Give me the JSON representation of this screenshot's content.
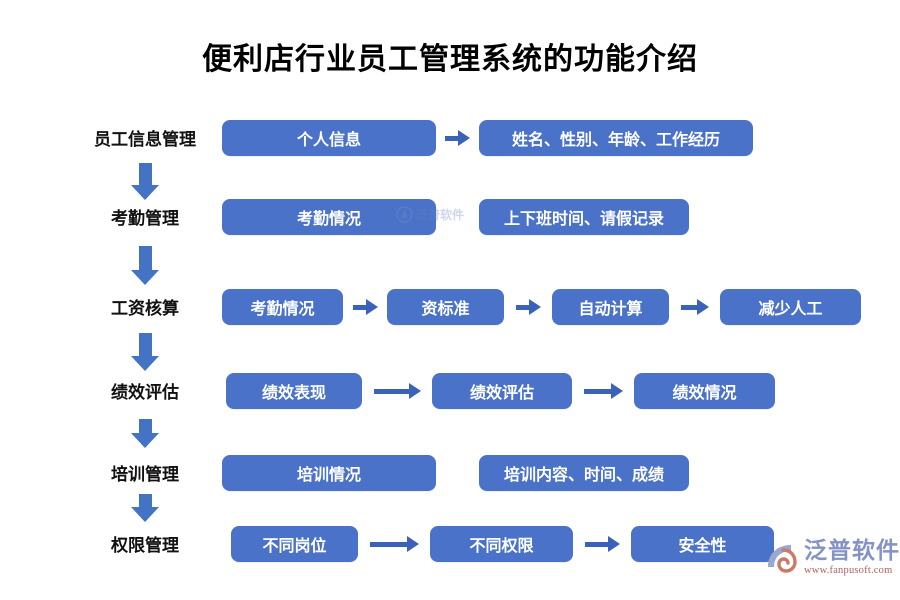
{
  "page": {
    "title": "便利店行业员工管理系统的功能介绍",
    "background_color": "#FFFFFF",
    "accent_color": "#4A72C8",
    "arrow_color": "#3A62B8",
    "label_color": "#111111"
  },
  "flow": {
    "rows": [
      {
        "label": "员工信息管理",
        "steps": [
          {
            "text": "个人信息"
          },
          {
            "text": "姓名、性别、年龄、工作经历"
          }
        ],
        "arrows_between": true
      },
      {
        "label": "考勤管理",
        "steps": [
          {
            "text": "考勤情况"
          },
          {
            "text": "上下班时间、请假记录"
          }
        ],
        "arrows_between": false
      },
      {
        "label": "工资核算",
        "steps": [
          {
            "text": "考勤情况"
          },
          {
            "text": "资标准"
          },
          {
            "text": "自动计算"
          },
          {
            "text": "减少人工"
          }
        ],
        "arrows_between": true
      },
      {
        "label": "绩效评估",
        "steps": [
          {
            "text": "绩效表现"
          },
          {
            "text": "绩效评估"
          },
          {
            "text": "绩效情况"
          }
        ],
        "arrows_between": true
      },
      {
        "label": "培训管理",
        "steps": [
          {
            "text": "培训情况"
          },
          {
            "text": "培训内容、时间、成绩"
          }
        ],
        "arrows_between": false
      },
      {
        "label": "权限管理",
        "steps": [
          {
            "text": "不同岗位"
          },
          {
            "text": "不同权限"
          },
          {
            "text": "安全性"
          }
        ],
        "arrows_between": true
      }
    ],
    "down_arrow_count": 5,
    "down_arrow_icon": "arrow-down-icon",
    "right_arrow_icon": "arrow-right-icon"
  },
  "watermark": {
    "brand": "泛普软件",
    "url": "www.fanpusoft.com",
    "mark_icon": "fanpu-logo-icon"
  }
}
